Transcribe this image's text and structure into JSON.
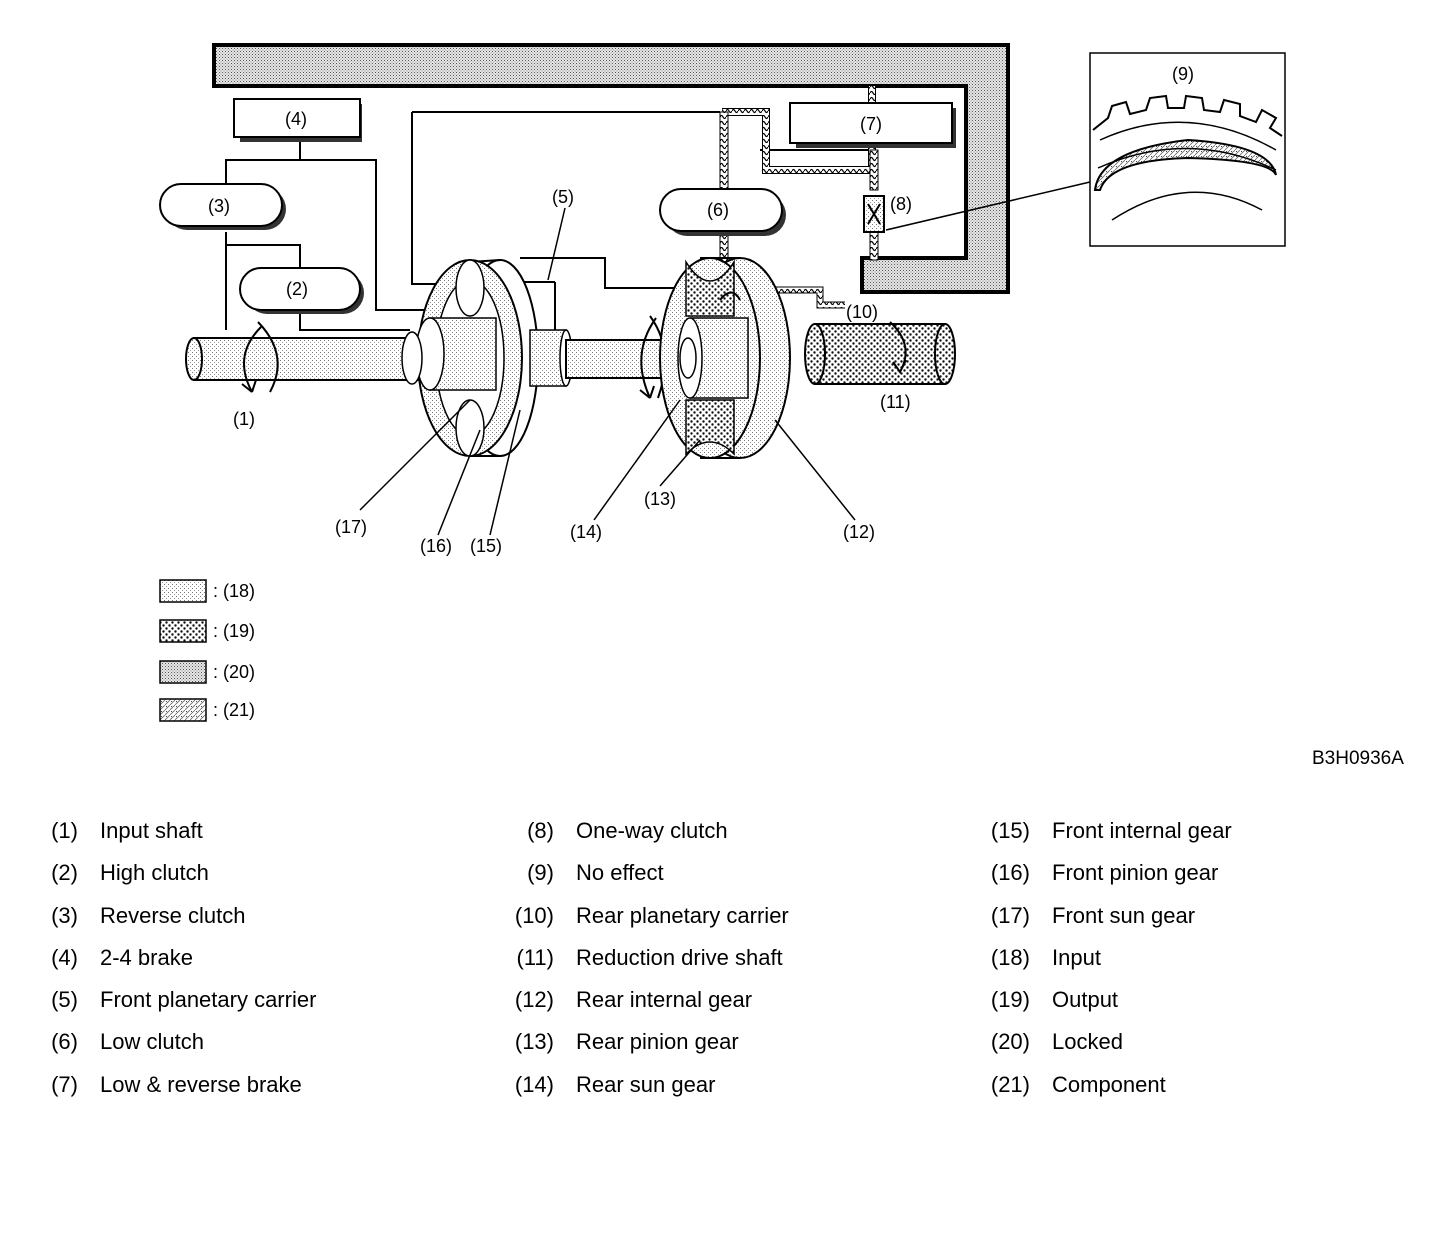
{
  "diagram": {
    "callouts": {
      "c1": "(1)",
      "c2": "(2)",
      "c3": "(3)",
      "c4": "(4)",
      "c5": "(5)",
      "c6": "(6)",
      "c7": "(7)",
      "c8": "(8)",
      "c9": "(9)",
      "c10": "(10)",
      "c11": "(11)",
      "c12": "(12)",
      "c13": "(13)",
      "c14": "(14)",
      "c15": "(15)",
      "c16": "(16)",
      "c17": "(17)"
    },
    "key": [
      {
        "label": ": (18)"
      },
      {
        "label": ": (19)"
      },
      {
        "label": ": (20)"
      },
      {
        "label": ": (21)"
      }
    ],
    "drawing_code": "B3H0936A"
  },
  "legend": {
    "col1": [
      {
        "num": "(1)",
        "desc": "Input shaft"
      },
      {
        "num": "(2)",
        "desc": "High clutch"
      },
      {
        "num": "(3)",
        "desc": "Reverse clutch"
      },
      {
        "num": "(4)",
        "desc": "2-4 brake"
      },
      {
        "num": "(5)",
        "desc": "Front planetary carrier"
      },
      {
        "num": "(6)",
        "desc": "Low clutch"
      },
      {
        "num": "(7)",
        "desc": "Low & reverse brake"
      }
    ],
    "col2": [
      {
        "num": "(8)",
        "desc": "One-way clutch"
      },
      {
        "num": "(9)",
        "desc": "No effect"
      },
      {
        "num": "(10)",
        "desc": "Rear planetary carrier"
      },
      {
        "num": "(11)",
        "desc": "Reduction drive shaft"
      },
      {
        "num": "(12)",
        "desc": "Rear internal gear"
      },
      {
        "num": "(13)",
        "desc": "Rear pinion gear"
      },
      {
        "num": "(14)",
        "desc": "Rear sun gear"
      }
    ],
    "col3": [
      {
        "num": "(15)",
        "desc": "Front internal gear"
      },
      {
        "num": "(16)",
        "desc": "Front pinion gear"
      },
      {
        "num": "(17)",
        "desc": "Front sun gear"
      },
      {
        "num": "(18)",
        "desc": "Input"
      },
      {
        "num": "(19)",
        "desc": "Output"
      },
      {
        "num": "(20)",
        "desc": "Locked"
      },
      {
        "num": "(21)",
        "desc": "Component"
      }
    ]
  }
}
